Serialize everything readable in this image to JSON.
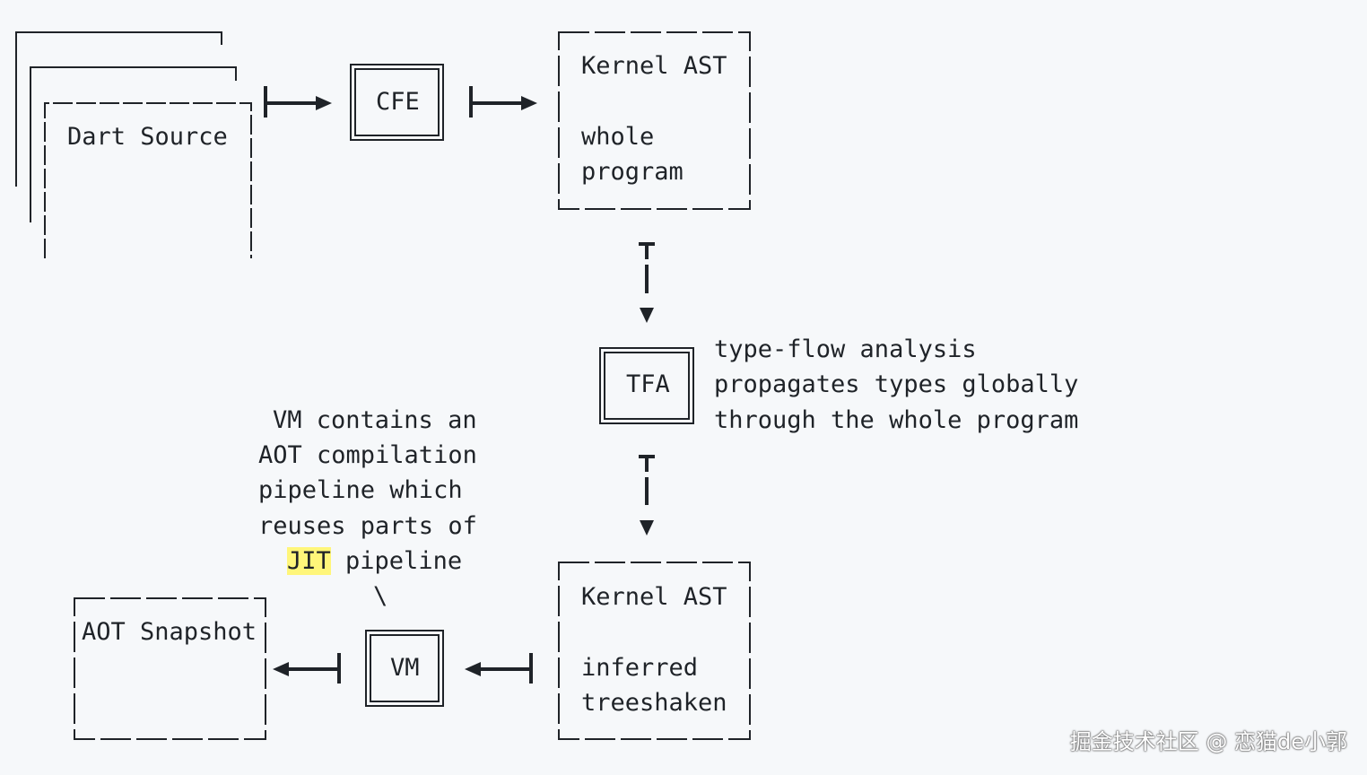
{
  "nodes": {
    "dart_source": "Dart Source",
    "cfe": "CFE",
    "kernel_ast_1": {
      "title": "Kernel AST",
      "line1": "whole",
      "line2": "program"
    },
    "tfa": "TFA",
    "kernel_ast_2": {
      "title": "Kernel AST",
      "line1": "inferred",
      "line2": "treeshaken"
    },
    "vm": "VM",
    "aot_snapshot": "AOT Snapshot"
  },
  "annotations": {
    "tfa_note": [
      "type-flow analysis",
      "propagates types globally",
      "through the whole program"
    ],
    "vm_note": {
      "lines": [
        "VM contains an",
        "AOT compilation",
        "pipeline which",
        "reuses parts of"
      ],
      "jit": "JIT",
      "last": " pipeline",
      "pointer": "\\"
    }
  },
  "watermark": "掘金技术社区 @ 恋猫de小郭",
  "colors": {
    "background": "#f6f8fa",
    "ink": "#1f2328",
    "highlight": "#fff67a"
  }
}
